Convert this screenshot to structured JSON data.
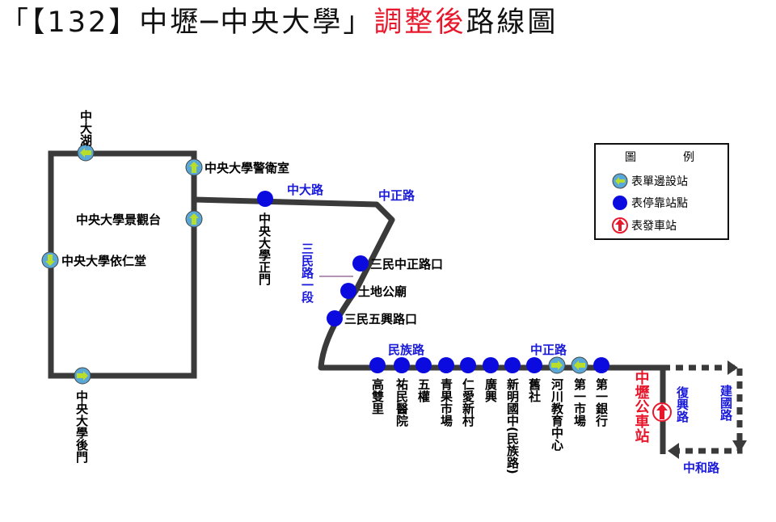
{
  "title": {
    "prefix": "「【132】中壢─中央大學」",
    "highlight": "調整後",
    "suffix": "路線圖"
  },
  "colors": {
    "route": "#3a3a3a",
    "stop": "#0b0be0",
    "one_way_stop": "#5aa8d8",
    "one_way_arrow": "#b8dd2a",
    "origin": "#e8182c",
    "road_label": "#1a1adb"
  },
  "legend": {
    "title_1": "圖",
    "title_2": "例",
    "one_way": "表單邊設站",
    "stop": "表停靠站點",
    "origin": "表發車站"
  },
  "stops": {
    "zhongda_lake": "中大湖",
    "guard_room": "中央大學警衛室",
    "jingguan_tai": "中央大學景觀台",
    "yiren_tang": "中央大學依仁堂",
    "back_gate": "中央大學後門",
    "main_gate": "中央大學正門",
    "sanmin_zhongzheng": "三民中正路口",
    "tudi_gongmiao": "土地公廟",
    "sanmin_wuxing": "三民五興路口",
    "gaoshuangli": "高雙里",
    "youmin_hospital": "祐民醫院",
    "wuquan": "五權",
    "qingguo_market": "青果市場",
    "renai_xincun": "仁愛新村",
    "guangxing": "廣興",
    "xinming_junior": "新明國中(民族路)",
    "jiushe": "舊社",
    "river_center": "河川教育中心",
    "first_market": "第一市場",
    "first_bank": "第一銀行",
    "zhongli_terminal": "中壢公車站"
  },
  "roads": {
    "zhongda_rd": "中大路",
    "zhongzheng_rd_1": "中正路",
    "sanmin_rd": "三民路一段",
    "minzu_rd": "民族路",
    "zhongzheng_rd_2": "中正路",
    "fuxing_rd": "復興路",
    "jianguo_rd": "建國路",
    "zhonghe_rd": "中和路"
  }
}
